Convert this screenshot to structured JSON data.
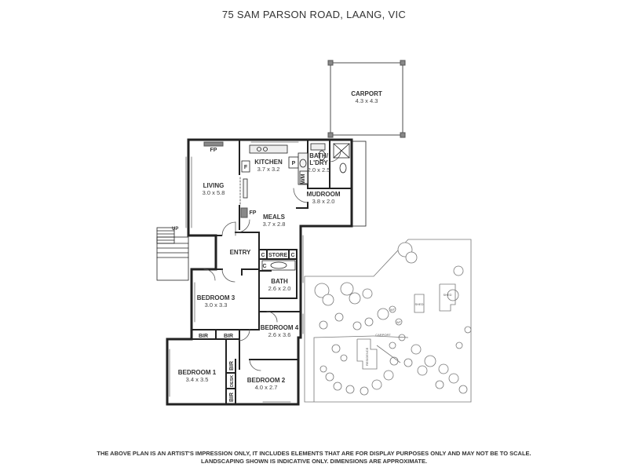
{
  "header": {
    "title": "75 SAM PARSON ROAD, LAANG, VIC"
  },
  "rooms": {
    "carport": {
      "name": "CARPORT",
      "dims": "4.3 x 4.3"
    },
    "kitchen": {
      "name": "KITCHEN",
      "dims": "3.7 x 3.2"
    },
    "bath_ldry": {
      "name": "BATH/",
      "name2": "L'DRY",
      "dims": "2.0 x 2.5"
    },
    "living": {
      "name": "LIVING",
      "dims": "3.0 x 5.8"
    },
    "mudroom": {
      "name": "MUDROOM",
      "dims": "3.8 x 2.0"
    },
    "meals": {
      "name": "MEALS",
      "dims": "3.7 x 2.8"
    },
    "entry": {
      "name": "ENTRY"
    },
    "store": {
      "name": "STORE"
    },
    "bath": {
      "name": "BATH",
      "dims": "2.6 x 2.0"
    },
    "bedroom3": {
      "name": "BEDROOM 3",
      "dims": "3.0 x 3.3"
    },
    "bedroom4": {
      "name": "BEDROOM 4",
      "dims": "2.6 x 3.6"
    },
    "bedroom1": {
      "name": "BEDROOM 1",
      "dims": "3.4 x 3.5"
    },
    "bedroom2": {
      "name": "BEDROOM 2",
      "dims": "4.0 x 2.7"
    }
  },
  "fixtures": {
    "fp": "FP",
    "f": "F",
    "p": "P",
    "wm": "WM",
    "c": "C",
    "bir": "BIR",
    "desk": "DESK",
    "up": "UP"
  },
  "site_plan": {
    "shed1": "SHED",
    "shed2": "SHED",
    "carport": "CARPORT",
    "residence": "RESIDENCE",
    "wt": "WT"
  },
  "disclaimer": {
    "line1": "THE ABOVE PLAN IS AN ARTIST'S IMPRESSION ONLY, IT INCLUDES ELEMENTS THAT ARE FOR DISPLAY PURPOSES ONLY AND MAY NOT BE TO SCALE.",
    "line2": "LANDSCAPING SHOWN IS INDICATIVE ONLY. DIMENSIONS ARE APPROXIMATE."
  }
}
